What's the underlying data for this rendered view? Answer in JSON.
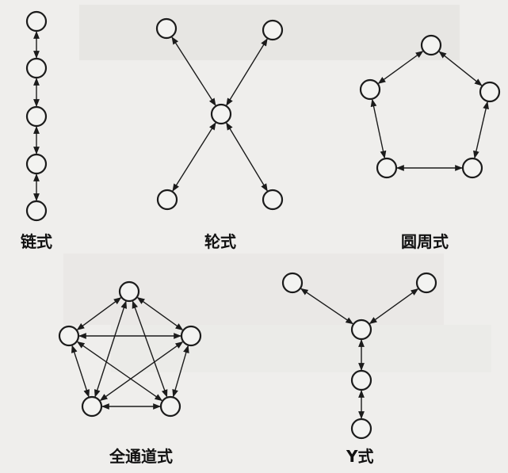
{
  "diagram": {
    "networks": [
      {
        "id": "chain",
        "label": "链式",
        "type": "chain"
      },
      {
        "id": "wheel",
        "label": "轮式",
        "type": "wheel"
      },
      {
        "id": "circle",
        "label": "圆周式",
        "type": "circle"
      },
      {
        "id": "all_channel",
        "label": "全通道式",
        "type": "all-channel"
      },
      {
        "id": "y",
        "label": "Y式",
        "type": "y"
      }
    ],
    "colors": {
      "ink": "#1b1b1b",
      "paper": "#efeeec",
      "node_fill": "#f3f3f1"
    }
  }
}
